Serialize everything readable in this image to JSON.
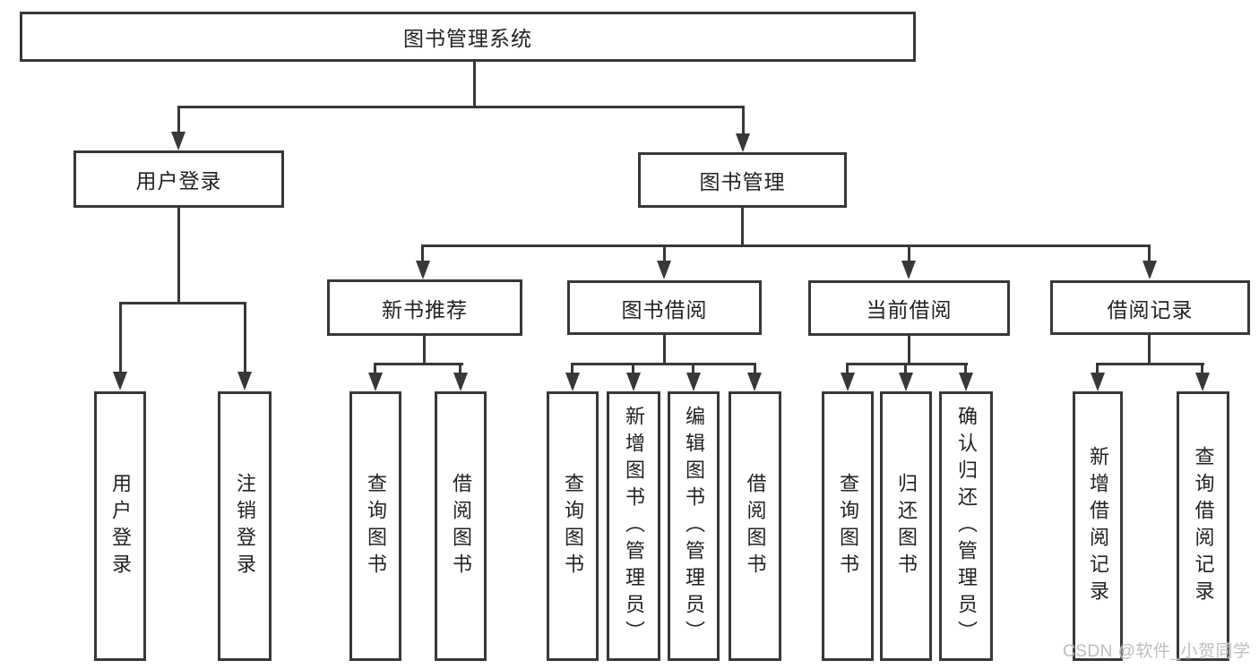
{
  "diagram_title": "图书管理系统",
  "watermark": "CSDN @软件_小贺同学",
  "colors": {
    "line": "#383838",
    "box_border": "#383838",
    "box_background": "#ffffff",
    "text": "#222222",
    "watermark": "#bdbdbd"
  },
  "nodes": {
    "root": "图书管理系统",
    "user_login": "用户登录",
    "book_mgmt": "图书管理",
    "new_book_rec": "新书推荐",
    "book_borrow": "图书借阅",
    "current_borrow": "当前借阅",
    "borrow_record": "借阅记录",
    "ul_login": "用户登录",
    "ul_logout": "注销登录",
    "nbr_query": "查询图书",
    "nbr_borrow": "借阅图书",
    "bb_query": "查询图书",
    "bb_add": "新增图书（管理员）",
    "bb_edit": "编辑图书（管理员）",
    "bb_borrow": "借阅图书",
    "cb_query": "查询图书",
    "cb_return": "归还图书",
    "cb_confirm": "确认归还（管理员）",
    "br_add": "新增借阅记录",
    "br_query": "查询借阅记录"
  },
  "hierarchy": {
    "label": "图书管理系统",
    "children": [
      {
        "label": "用户登录",
        "children": [
          {
            "label": "用户登录"
          },
          {
            "label": "注销登录"
          }
        ]
      },
      {
        "label": "图书管理",
        "children": [
          {
            "label": "新书推荐",
            "children": [
              {
                "label": "查询图书"
              },
              {
                "label": "借阅图书"
              }
            ]
          },
          {
            "label": "图书借阅",
            "children": [
              {
                "label": "查询图书"
              },
              {
                "label": "新增图书（管理员）"
              },
              {
                "label": "编辑图书（管理员）"
              },
              {
                "label": "借阅图书"
              }
            ]
          },
          {
            "label": "当前借阅",
            "children": [
              {
                "label": "查询图书"
              },
              {
                "label": "归还图书"
              },
              {
                "label": "确认归还（管理员）"
              }
            ]
          },
          {
            "label": "借阅记录",
            "children": [
              {
                "label": "新增借阅记录"
              },
              {
                "label": "查询借阅记录"
              }
            ]
          }
        ]
      }
    ]
  }
}
